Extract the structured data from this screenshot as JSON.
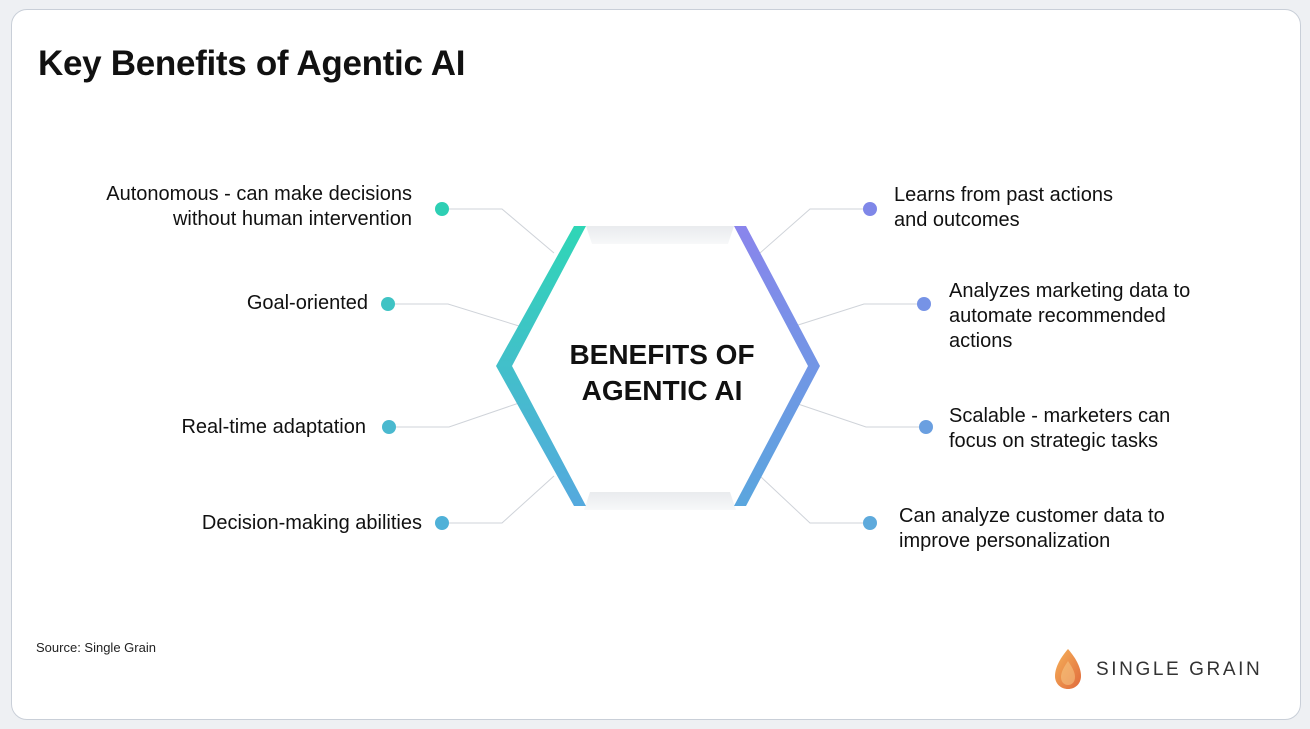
{
  "title": "Key Benefits of Agentic AI",
  "center": {
    "line1": "BENEFITS OF",
    "line2": "AGENTIC AI"
  },
  "benefits_left": [
    {
      "lines": [
        "Autonomous - can make decisions",
        "without human intervention"
      ],
      "dot_color": "#2ecfb4"
    },
    {
      "lines": [
        "Goal-oriented"
      ],
      "dot_color": "#3fc3c4"
    },
    {
      "lines": [
        "Real-time adaptation"
      ],
      "dot_color": "#4ab9cf"
    },
    {
      "lines": [
        "Decision-making abilities"
      ],
      "dot_color": "#4fb1d8"
    }
  ],
  "benefits_right": [
    {
      "lines": [
        "Learns from past actions",
        "and outcomes"
      ],
      "dot_color": "#7f87e8"
    },
    {
      "lines": [
        "Analyzes marketing data to",
        "automate recommended",
        "actions"
      ],
      "dot_color": "#7693e6"
    },
    {
      "lines": [
        "Scalable - marketers can",
        "focus on strategic tasks"
      ],
      "dot_color": "#6a9fe0"
    },
    {
      "lines": [
        "Can analyze customer data to",
        "improve personalization"
      ],
      "dot_color": "#5eaadc"
    }
  ],
  "colors": {
    "left_gradient_top": "#2fd6b6",
    "left_gradient_bottom": "#55a9de",
    "right_gradient_top": "#8a85ec",
    "right_gradient_bottom": "#5aa6de",
    "connector": "#cfd3d9"
  },
  "source": "Source: Single Grain",
  "brand": {
    "name": "SINGLE GRAIN",
    "icon": "single-grain-logo-icon"
  }
}
